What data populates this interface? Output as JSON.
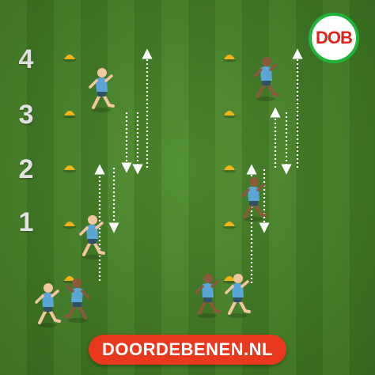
{
  "rows": [
    "4",
    "3",
    "2",
    "1"
  ],
  "logo_text": "DOB",
  "banner_text": "DOORDEBENEN.NL",
  "colors": {
    "cone": "#f2b316",
    "shirt": "#5ba6d6",
    "skin_light": "#f2c6a0",
    "skin_dark": "#8a5a3c",
    "arrow": "#ffffff",
    "banner": "#e8391f",
    "logo_ring": "#1fb33a",
    "logo_text": "#e0241b"
  }
}
